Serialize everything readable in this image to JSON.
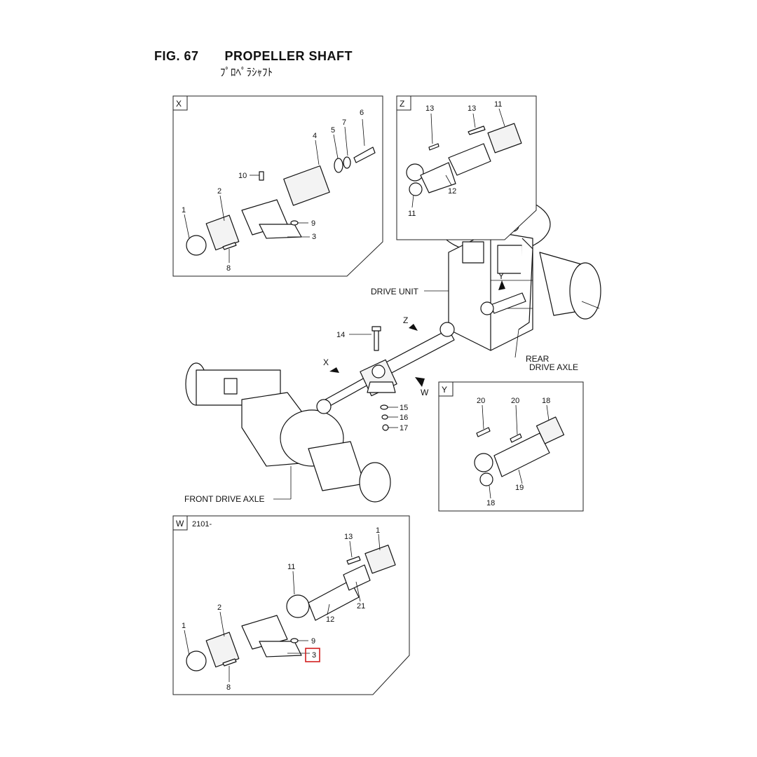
{
  "figure": {
    "number": "FIG. 67",
    "title": "PROPELLER SHAFT",
    "subtitle": "ﾌﾟﾛﾍﾟﾗｼｬﾌﾄ"
  },
  "panels": {
    "x": {
      "tag": "X",
      "labels": [
        "1",
        "2",
        "3",
        "4",
        "5",
        "6",
        "7",
        "8",
        "9",
        "10"
      ]
    },
    "z": {
      "tag": "Z",
      "labels": [
        "13",
        "13",
        "11",
        "12",
        "11"
      ]
    },
    "y": {
      "tag": "Y",
      "labels": [
        "20",
        "20",
        "18",
        "19",
        "18"
      ]
    },
    "w": {
      "tag": "W",
      "serial": "2101-",
      "labels": [
        "13",
        "1",
        "11",
        "21",
        "12",
        "2",
        "1",
        "9",
        "3",
        "8"
      ]
    }
  },
  "main_view": {
    "drive_unit": "DRIVE UNIT",
    "rear_axle_line1": "REAR",
    "rear_axle_line2": "DRIVE AXLE",
    "front_axle": "FRONT DRIVE AXLE",
    "views": [
      "X",
      "Y",
      "Z",
      "W"
    ],
    "labels": [
      "14",
      "15",
      "16",
      "17"
    ]
  },
  "highlight": {
    "label": "3",
    "color": "#d21f1f"
  }
}
